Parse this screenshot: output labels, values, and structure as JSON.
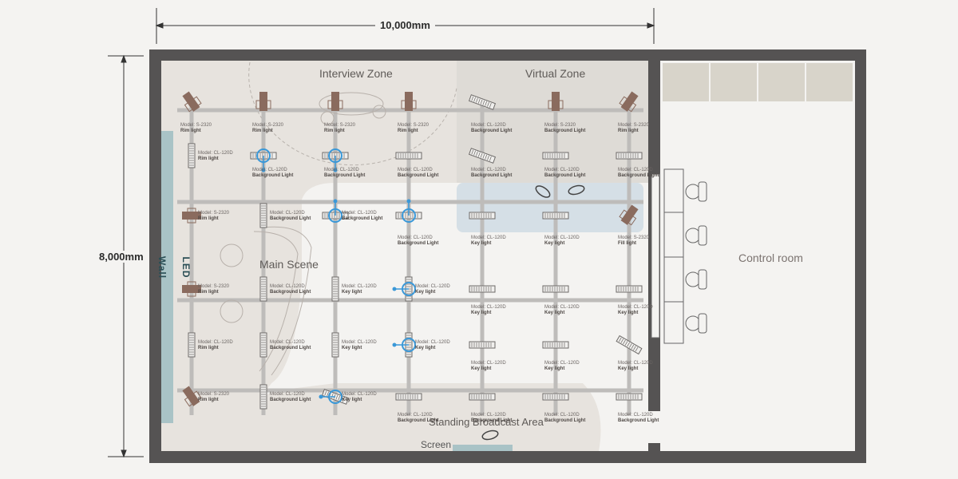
{
  "dimensions": {
    "width_label": "10,000mm",
    "height_label": "8,000mm"
  },
  "zones": {
    "interview": "Interview Zone",
    "virtual": "Virtual Zone",
    "main": "Main Scene",
    "standing": "Standing Broadcast Area",
    "control": "Control room",
    "led_wall": "LED Wall",
    "screen": "Screen"
  },
  "colors": {
    "wall": "#555353",
    "floor": "#f4f3f1",
    "zone_fill": "#e7e3de",
    "virtual_fill": "#dedbd6",
    "highlight_blue": "#d5dfe6",
    "led_wall": "#a9c3c6",
    "truss": "#bebcba",
    "fixture_brown": "#8a6b5e",
    "fixture_gray": "#6d6a68",
    "beam_blue": "#3a98d8"
  },
  "fixtures": [
    {
      "label_model": "Model: S-2320",
      "label_type": "Rim light",
      "kind": "spot-diag"
    },
    {
      "label_model": "Model: S-2320",
      "label_type": "Rim light",
      "kind": "spot"
    },
    {
      "label_model": "Model: S-2320",
      "label_type": "Rim light",
      "kind": "spot"
    },
    {
      "label_model": "Model: S-2320",
      "label_type": "Rim light",
      "kind": "spot"
    },
    {
      "label_model": "Model: CL-120D",
      "label_type": "Background Light",
      "kind": "panel-tilt"
    },
    {
      "label_model": "Model: S-2320",
      "label_type": "Background Light",
      "kind": "spot"
    },
    {
      "label_model": "Model: S-2320",
      "label_type": "Rim light",
      "kind": "spot-diag2"
    },
    {
      "label_model": "Model: CL-120D",
      "label_type": "Rim light",
      "kind": "panel-v"
    },
    {
      "label_model": "Model: CL-120D",
      "label_type": "Background Light",
      "kind": "panel-blue"
    },
    {
      "label_model": "Model: CL-120D",
      "label_type": "Background Light",
      "kind": "panel-blue"
    },
    {
      "label_model": "Model: CL-120D",
      "label_type": "Background Light",
      "kind": "panel"
    },
    {
      "label_model": "Model: CL-120D",
      "label_type": "Background Light",
      "kind": "panel-tilt"
    },
    {
      "label_model": "Model: CL-120D",
      "label_type": "Background Light",
      "kind": "panel"
    },
    {
      "label_model": "Model: CL-120D",
      "label_type": "Background Light",
      "kind": "panel"
    },
    {
      "label_model": "Model: S-2320",
      "label_type": "Rim light",
      "kind": "spot-h"
    },
    {
      "label_model": "Model: CL-120D",
      "label_type": "Background Light",
      "kind": "panel-v"
    },
    {
      "label_model": "Model: CL-120D",
      "label_type": "Background Light",
      "kind": "panel-blue"
    },
    {
      "label_model": "Model: CL-120D",
      "label_type": "Background Light",
      "kind": "panel-blue"
    },
    {
      "label_model": "Model: CL-120D",
      "label_type": "Key light",
      "kind": "panel"
    },
    {
      "label_model": "Model: CL-120D",
      "label_type": "Key light",
      "kind": "panel"
    },
    {
      "label_model": "Model: S-2320",
      "label_type": "Fill light",
      "kind": "spot-diag2"
    },
    {
      "label_model": "Model: S-2320",
      "label_type": "Rim light",
      "kind": "spot-h"
    },
    {
      "label_model": "Model: CL-120D",
      "label_type": "Background Light",
      "kind": "panel-v"
    },
    {
      "label_model": "Model: CL-120D",
      "label_type": "Key light",
      "kind": "panel-v"
    },
    {
      "label_model": "Model: CL-120D",
      "label_type": "Key light",
      "kind": "panel-v-blue"
    },
    {
      "label_model": "Model: CL-120D",
      "label_type": "Key light",
      "kind": "panel"
    },
    {
      "label_model": "Model: CL-120D",
      "label_type": "Key light",
      "kind": "panel"
    },
    {
      "label_model": "Model: CL-120D",
      "label_type": "Key light",
      "kind": "panel"
    },
    {
      "label_model": "Model: CL-120D",
      "label_type": "Rim light",
      "kind": "panel-v"
    },
    {
      "label_model": "Model: CL-120D",
      "label_type": "Background Light",
      "kind": "panel-v"
    },
    {
      "label_model": "Model: CL-120D",
      "label_type": "Key light",
      "kind": "panel-v"
    },
    {
      "label_model": "Model: CL-120D",
      "label_type": "Key light",
      "kind": "panel-v-blue"
    },
    {
      "label_model": "Model: CL-120D",
      "label_type": "Key light",
      "kind": "panel"
    },
    {
      "label_model": "Model: CL-120D",
      "label_type": "Key light",
      "kind": "panel"
    },
    {
      "label_model": "Model: CL-120D",
      "label_type": "Key light",
      "kind": "panel-tilt2"
    },
    {
      "label_model": "Model: S-2320",
      "label_type": "Rim light",
      "kind": "spot-diag"
    },
    {
      "label_model": "Model: CL-120D",
      "label_type": "Background Light",
      "kind": "panel-v"
    },
    {
      "label_model": "Model: CL-120D",
      "label_type": "Key light",
      "kind": "panel-tilt-blue"
    },
    {
      "label_model": "Model: CL-120D",
      "label_type": "Background Light",
      "kind": "panel"
    },
    {
      "label_model": "Model: CL-120D",
      "label_type": "Background Light",
      "kind": "panel"
    },
    {
      "label_model": "Model: CL-120D",
      "label_type": "Background Light",
      "kind": "panel"
    },
    {
      "label_model": "Model: CL-120D",
      "label_type": "Background Light",
      "kind": "panel"
    }
  ]
}
